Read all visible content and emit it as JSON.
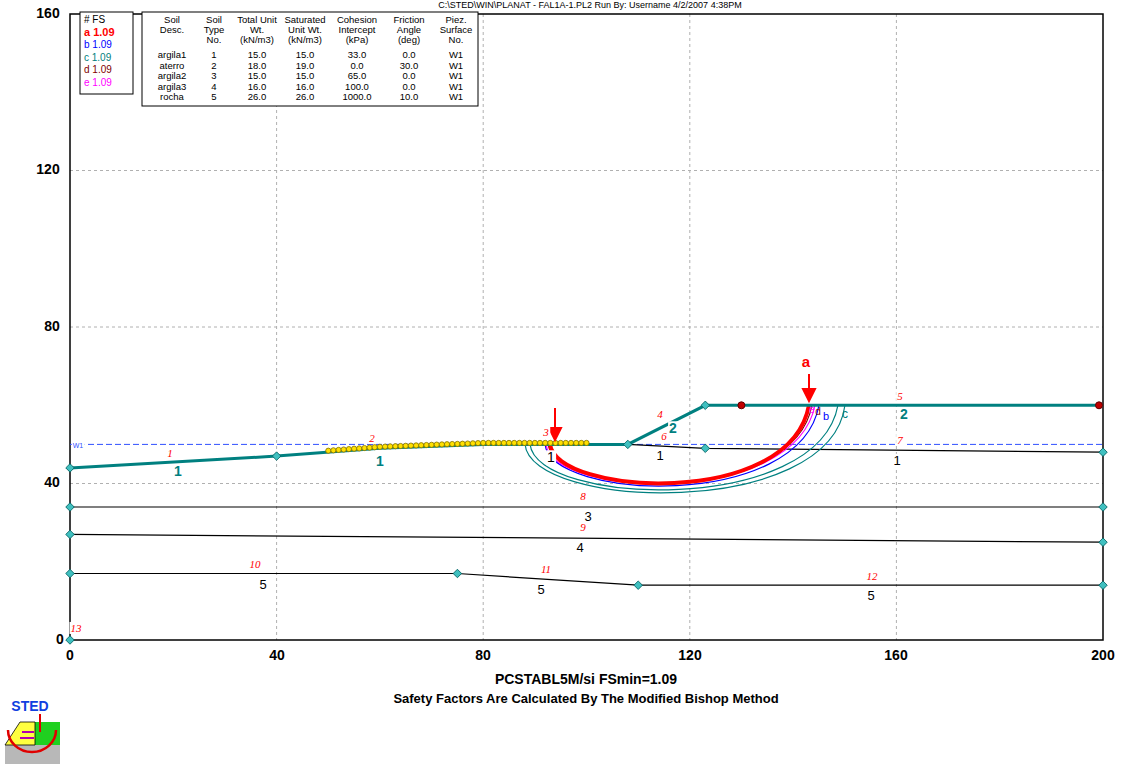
{
  "diagram": {
    "title": "C:\\STED\\WIN\\PLANAT - FAL1A-1.PL2  Run By: Username  4/2/2007  4:38PM",
    "labels": [
      "# FS",
      "a 1.09",
      "b 1.09",
      "c 1.09",
      "d 1.09",
      "e 1.09",
      "Soil Desc.",
      "Soil Type No.",
      "Total Unit Wt. (kN/m3)",
      "Saturated Unit Wt. (kN/m3)",
      "Cohesion Intercept (kPa)",
      "Friction Angle (deg)",
      "Piez. Surface No.",
      "argila1",
      "1",
      "15.0",
      "15.0",
      "33.0",
      "0.0",
      "W1",
      "aterro",
      "2",
      "18.0",
      "19.0",
      "0.0",
      "30.0",
      "W1",
      "argila2",
      "3",
      "15.0",
      "15.0",
      "65.0",
      "0.0",
      "W1",
      "argila3",
      "4",
      "16.0",
      "16.0",
      "100.0",
      "0.0",
      "W1",
      "rocha",
      "5",
      "26.0",
      "26.0",
      "1000.0",
      "10.0",
      "W1",
      "0",
      "40",
      "80",
      "120",
      "160",
      "200",
      "0",
      "40",
      "80",
      "120",
      "160",
      "1",
      "2",
      "3",
      "4",
      "5",
      "6",
      "7",
      "8",
      "9",
      "10",
      "11",
      "12",
      "13",
      "1",
      "1",
      "1",
      "2",
      "1",
      "2",
      "1",
      "3",
      "4",
      "5",
      "5",
      "5",
      "a",
      "e",
      "d",
      "b",
      "c",
      "W1",
      "PCSTABL5M/si FSmin=1.09",
      "Safety Factors Are Calculated By The Modified Bishop Method",
      "STED"
    ]
  }
}
